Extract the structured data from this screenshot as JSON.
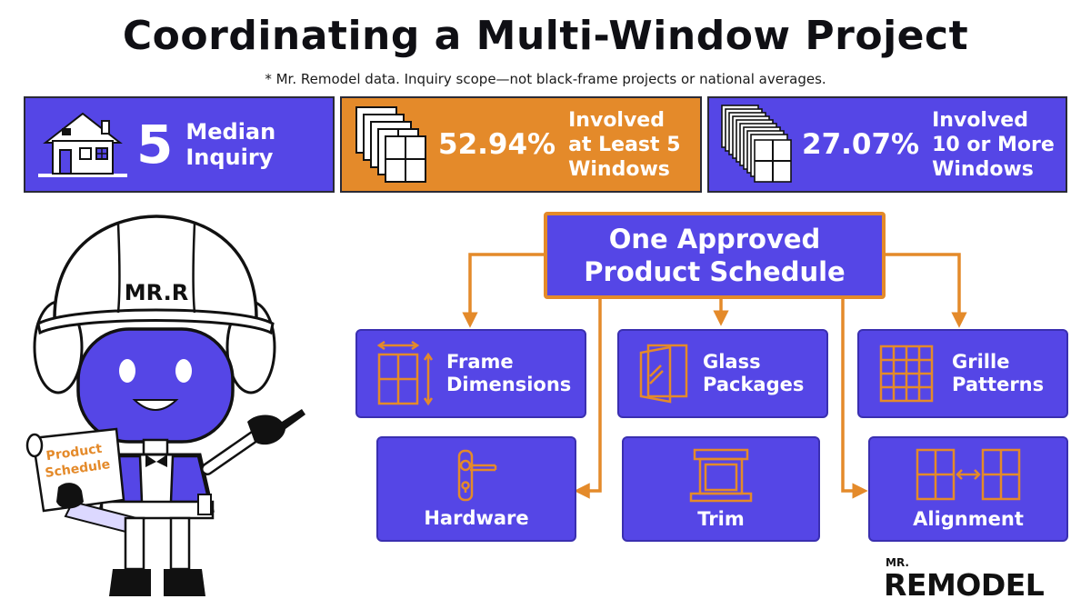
{
  "title": "Coordinating a Multi-Window Project",
  "subtitle": "* Mr. Remodel data. Inquiry scope—not black-frame projects or national averages.",
  "stats": [
    {
      "value": "5",
      "label_lines": [
        "Median",
        "Inquiry"
      ],
      "icon": "house-icon",
      "color": "#5546e6"
    },
    {
      "value": "52.94%",
      "label_lines": [
        "Involved",
        "at Least 5",
        "Windows"
      ],
      "icon": "window-stack-icon",
      "color": "#e48a2a"
    },
    {
      "value": "27.07%",
      "label_lines": [
        "Involved",
        "10 or More",
        "Windows"
      ],
      "icon": "window-stack-large-icon",
      "color": "#5546e6"
    }
  ],
  "hub": {
    "lines": [
      "One Approved",
      "Product Schedule"
    ]
  },
  "components": [
    {
      "lines": [
        "Frame",
        "Dimensions"
      ],
      "icon": "frame-dimensions-icon"
    },
    {
      "lines": [
        "Glass",
        "Packages"
      ],
      "icon": "glass-pane-icon"
    },
    {
      "lines": [
        "Grille",
        "Patterns"
      ],
      "icon": "grille-icon"
    },
    {
      "lines": [
        "Hardware"
      ],
      "icon": "door-handle-icon"
    },
    {
      "lines": [
        "Trim"
      ],
      "icon": "trim-frame-icon"
    },
    {
      "lines": [
        "Alignment"
      ],
      "icon": "alignment-icon"
    }
  ],
  "mascot": {
    "helmet_text": "MR.R",
    "scroll_lines": [
      "Product",
      "Schedule"
    ]
  },
  "brand": {
    "small": "MR.",
    "wordmark": "REMODEL"
  },
  "colors": {
    "purple": "#5546e6",
    "orange": "#e48a2a",
    "dark": "#111111"
  }
}
